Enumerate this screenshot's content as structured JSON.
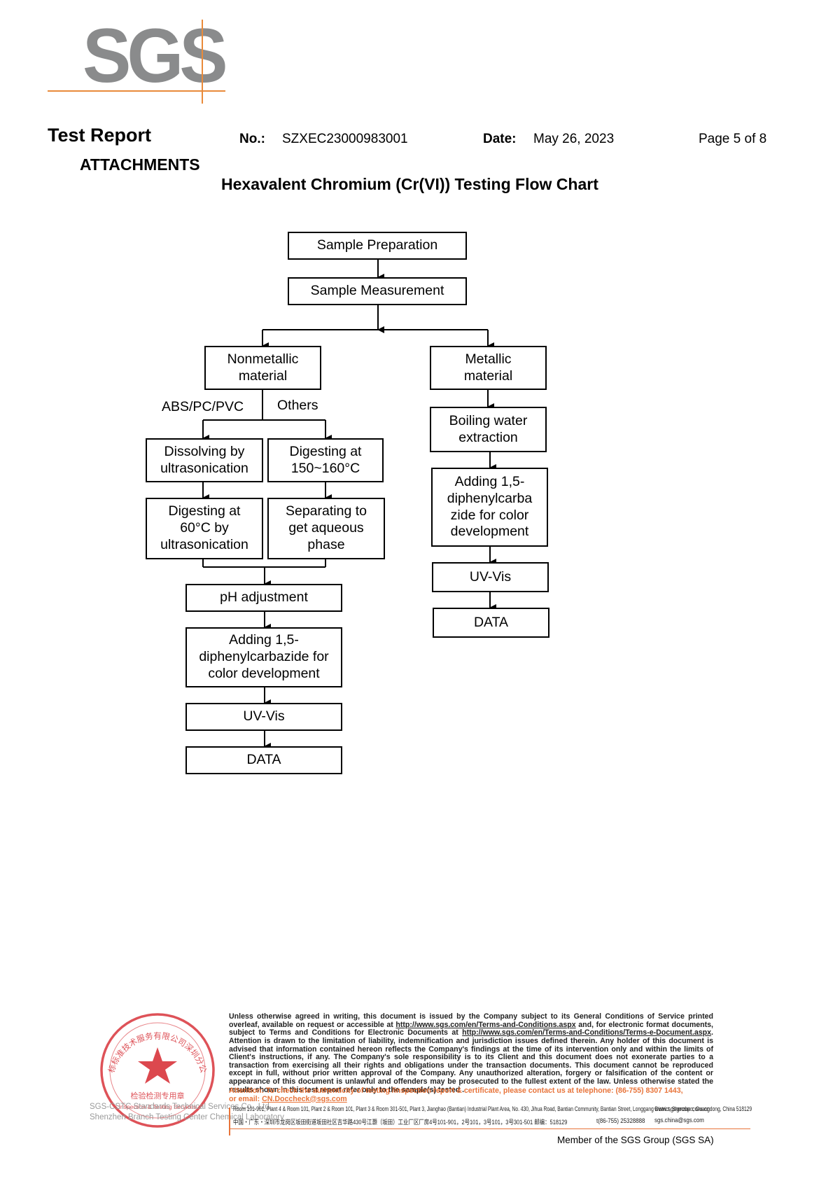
{
  "logo": {
    "text": "SGS",
    "accent": "#e98a3a",
    "gray": "#8a8b8c"
  },
  "header": {
    "title": "Test Report",
    "no_label": "No.:",
    "no_value": "SZXEC23000983001",
    "date_label": "Date:",
    "date_value": "May 26, 2023",
    "page": "Page 5 of 8",
    "attachments": "ATTACHMENTS",
    "chart_title": "Hexavalent Chromium (Cr(VI)) Testing Flow Chart"
  },
  "flow": {
    "sample_prep": "Sample Preparation",
    "sample_meas": "Sample Measurement",
    "nonmetallic": "Nonmetallic\nmaterial",
    "metallic": "Metallic\nmaterial",
    "abs_label": "ABS/PC/PVC",
    "others_label": "Others",
    "dissolving": "Dissolving by\nultrasonication",
    "digesting_150": "Digesting at\n150~160°C",
    "digesting_60": "Digesting at\n60°C by\nultrasonication",
    "separating": "Separating to\nget aqueous\nphase",
    "ph_adjust": "pH adjustment",
    "adding_left": "Adding 1,5-\ndiphenylcarbazide for\ncolor development",
    "uvvis_left": "UV-Vis",
    "data_left": "DATA",
    "boiling": "Boiling water\nextraction",
    "adding_right": "Adding 1,5-\ndiphenylcarba\nzide for color\ndevelopment",
    "uvvis_right": "UV-Vis",
    "data_right": "DATA"
  },
  "footer": {
    "disclaimer_1": "Unless otherwise agreed in writing, this document is issued by the Company subject to its General Conditions of Service printed overleaf, available on request or accessible at ",
    "link_1": "http://www.sgs.com/en/Terms-and-Conditions.aspx",
    "disclaimer_2": " and, for electronic format documents, subject to Terms and Conditions for Electronic Documents at ",
    "link_2": "http://www.sgs.com/en/Terms-and-Conditions/Terms-e-Document.aspx",
    "disclaimer_3": ". Attention is drawn to the limitation of liability, indemnification and jurisdiction issues defined therein. Any holder of this document is advised that information contained hereon reflects the Company's findings at the time of its intervention only and within the limits of Client's instructions, if any. The Company's sole responsibility is to its Client and this document does not exonerate parties to a transaction from exercising all their rights and obligations under the transaction documents. This document cannot be reproduced except in full, without prior written approval of the Company. Any unauthorized alteration, forgery or falsification of the content or appearance of this document is unlawful and offenders may be prosecuted to the fullest extent of the law. Unless otherwise stated the results shown in this test report refer only to the sample(s) tested .",
    "attention_1": "Attention: To check the authenticity of testing /inspection report & certificate, please contact us at telephone: (86-755) 8307 1443,",
    "attention_2": "or email: ",
    "attention_email": "CN.Doccheck@sgs.com",
    "stamp_line1": "SGS-CSTC Standards Technical Services Co., Ltd.",
    "stamp_line2": "Shenzhen Branch Testing Center Chemical Laboratory",
    "address_en": "Room 101-901, Plant 4 & Room 101, Plant 2 & Room 101, Plant 3 & Room 301-501, Plant 3, Jianghao (Bantian) Industrial Plant Area, No. 430, Jihua Road, Bantian Community, Bantian Street, Longgang District, Shenzhen, Guangdong, China 518129",
    "address_cn": "中国・广东・深圳市龙岗区坂田街道坂田社区吉华路430号江灏（坂田）工业厂区厂房4号101-901，2号101，3号101，3号301-501 邮编：518129",
    "phone": "t(86-755) 25328888",
    "web": "www.sgsgroup.com.cn",
    "email": "sgs.china@sgs.com",
    "member": "Member of the SGS Group (SGS SA)",
    "seal_text_top": "通标标准技术服务有限公司深圳分公司",
    "seal_text_mid": "检验检测专用章",
    "seal_text_en": "Inspection & Testing Services",
    "seal_color": "#d8343b"
  }
}
